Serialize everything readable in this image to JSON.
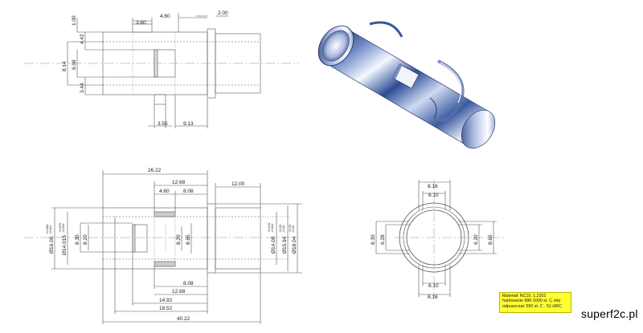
{
  "top_view": {
    "horizontal": [
      "3.60",
      "4.60",
      "2.00",
      "3.55",
      "9.13"
    ],
    "vertical": [
      "1.00",
      "4.42",
      "8.14",
      "6.08",
      "3.44"
    ]
  },
  "front_view": {
    "horizontal": [
      "26.22",
      "12.68",
      "4.60",
      "8.08",
      "12.00",
      "8.08",
      "12.68",
      "14.92",
      "18.52",
      "40.22"
    ],
    "diameters": [
      {
        "value": "Ø16.00",
        "tol_upper": "+0.000",
        "tol_lower": "-0.011"
      },
      {
        "value": "Ø14.015",
        "tol_upper": "+0.070",
        "tol_lower": "-0.010"
      },
      {
        "value": "8.30"
      },
      {
        "value": "8.20"
      },
      {
        "value": "8.20"
      },
      {
        "value": "8.65"
      },
      {
        "value": "Ø14.00",
        "tol_upper": "+0.070",
        "tol_lower": "-0.010"
      },
      {
        "value": "Ø15.94",
        "tol_upper": "+0.00",
        "tol_lower": "-0.03"
      },
      {
        "value": "Ø18.04",
        "tol_upper": "+0.03",
        "tol_lower": "-0.03"
      }
    ]
  },
  "side_view": {
    "top": [
      "8.16",
      "6.10"
    ],
    "bottom": [
      "6.10",
      "8.16"
    ],
    "left": [
      "8.30",
      "6.28"
    ],
    "right": [
      "6.20",
      "8.65"
    ]
  },
  "material_note": {
    "lines": [
      "Materiał: NC10, 1.2201",
      "hartowanie 980-1000 st. C olej",
      "odpuszczać 550 st. C . 51 HRC"
    ],
    "background": "#ffff33"
  },
  "brand": "superf2c.pl"
}
